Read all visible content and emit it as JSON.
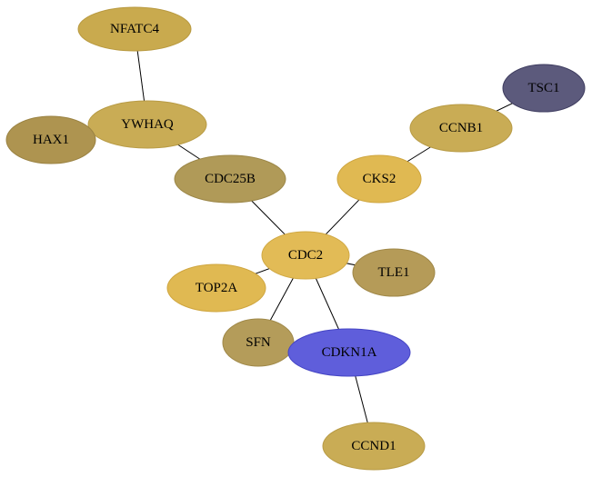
{
  "graph": {
    "nodes": [
      {
        "id": "NFATC4",
        "label": "NFATC4",
        "fill": "#c9aa4e",
        "stroke": "#b8993f"
      },
      {
        "id": "YWHAQ",
        "label": "YWHAQ",
        "fill": "#c9ac55",
        "stroke": "#b89b45"
      },
      {
        "id": "HAX1",
        "label": "HAX1",
        "fill": "#ae9450",
        "stroke": "#9a8242"
      },
      {
        "id": "CDC25B",
        "label": "CDC25B",
        "fill": "#b09a58",
        "stroke": "#9c8748"
      },
      {
        "id": "TSC1",
        "label": "TSC1",
        "fill": "#5c5a7c",
        "stroke": "#3f3d60"
      },
      {
        "id": "CCNB1",
        "label": "CCNB1",
        "fill": "#c9ac55",
        "stroke": "#b89b45"
      },
      {
        "id": "CKS2",
        "label": "CKS2",
        "fill": "#e0b952",
        "stroke": "#cfa640"
      },
      {
        "id": "CDC2",
        "label": "CDC2",
        "fill": "#e2bb56",
        "stroke": "#d1a944"
      },
      {
        "id": "TOP2A",
        "label": "TOP2A",
        "fill": "#e0b952",
        "stroke": "#cfa640"
      },
      {
        "id": "TLE1",
        "label": "TLE1",
        "fill": "#b59b58",
        "stroke": "#9f8747"
      },
      {
        "id": "SFN",
        "label": "SFN",
        "fill": "#b49c5a",
        "stroke": "#9f8848"
      },
      {
        "id": "CDKN1A",
        "label": "CDKN1A",
        "fill": "#5f5edb",
        "stroke": "#4545c4"
      },
      {
        "id": "CCND1",
        "label": "CCND1",
        "fill": "#c9ac55",
        "stroke": "#b89b45"
      }
    ],
    "edges": [
      {
        "source": "NFATC4",
        "target": "YWHAQ"
      },
      {
        "source": "YWHAQ",
        "target": "CDC25B"
      },
      {
        "source": "CDC25B",
        "target": "CDC2"
      },
      {
        "source": "TSC1",
        "target": "CCNB1"
      },
      {
        "source": "CCNB1",
        "target": "CKS2"
      },
      {
        "source": "CKS2",
        "target": "CDC2"
      },
      {
        "source": "CDC2",
        "target": "TOP2A"
      },
      {
        "source": "CDC2",
        "target": "TLE1"
      },
      {
        "source": "CDC2",
        "target": "SFN"
      },
      {
        "source": "CDC2",
        "target": "CDKN1A"
      },
      {
        "source": "CDKN1A",
        "target": "CCND1"
      }
    ]
  }
}
